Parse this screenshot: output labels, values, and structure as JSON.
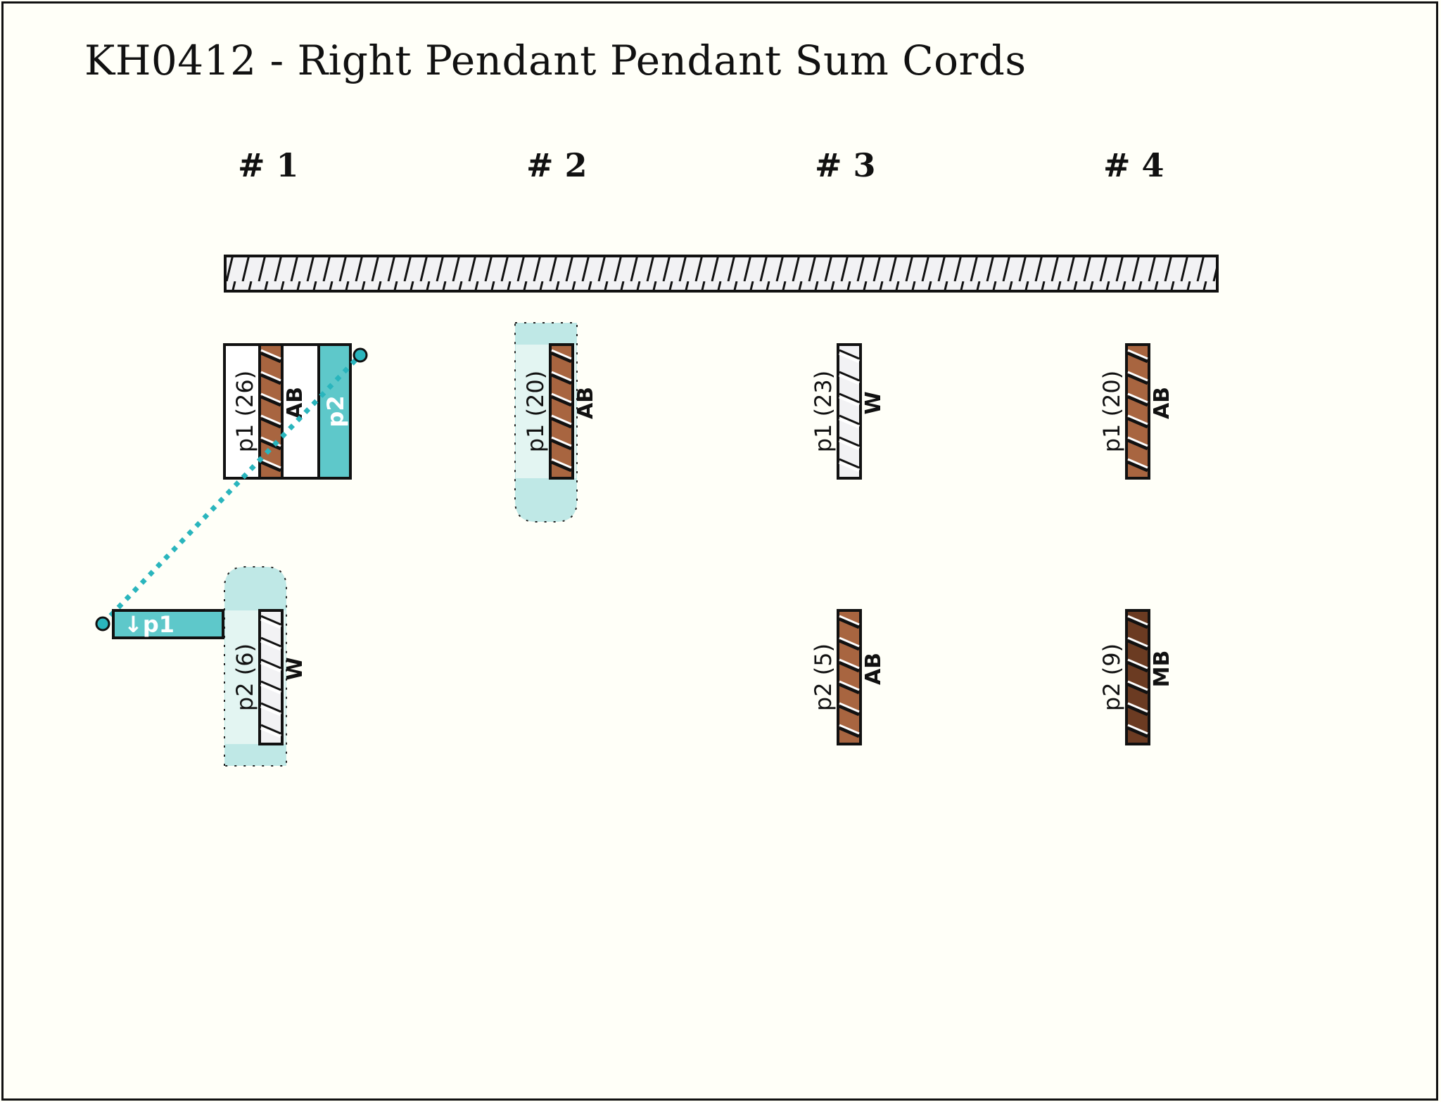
{
  "title": "KH0412 - Right Pendant Pendant Sum Cords",
  "colors": {
    "background": "#fffff8",
    "teal": "#5ec8ca",
    "teal_link": "#2ab5bd",
    "band_dark": "#bfe8e6",
    "band_light": "#e3f5f2",
    "AB": "#a86540",
    "MB": "#6b3b22",
    "W": "#f2f2f4"
  },
  "primary_cord": {
    "color_code": "W"
  },
  "columns": [
    {
      "label": "# 1"
    },
    {
      "label": "# 2"
    },
    {
      "label": "# 3"
    },
    {
      "label": "# 4"
    }
  ],
  "cords": [
    {
      "id": "c1p1",
      "column": 1,
      "row": 1,
      "label": "p1 (26)",
      "color_code": "AB",
      "highlight": "box"
    },
    {
      "id": "c1p2",
      "column": 1,
      "row": 2,
      "label": "p2 (6)",
      "color_code": "W",
      "highlight": "capsule-top"
    },
    {
      "id": "c2p1",
      "column": 2,
      "row": 1,
      "label": "p1 (20)",
      "color_code": "AB",
      "highlight": "capsule-bottom"
    },
    {
      "id": "c3p1",
      "column": 3,
      "row": 1,
      "label": "p1 (23)",
      "color_code": "W",
      "highlight": "none"
    },
    {
      "id": "c3p2",
      "column": 3,
      "row": 2,
      "label": "p2 (5)",
      "color_code": "AB",
      "highlight": "none"
    },
    {
      "id": "c4p1",
      "column": 4,
      "row": 1,
      "label": "p1 (20)",
      "color_code": "AB",
      "highlight": "none"
    },
    {
      "id": "c4p2",
      "column": 4,
      "row": 2,
      "label": "p2 (9)",
      "color_code": "MB",
      "highlight": "none"
    }
  ],
  "sum_links": [
    {
      "from_label": "p2",
      "to_label": "↓p1"
    }
  ]
}
